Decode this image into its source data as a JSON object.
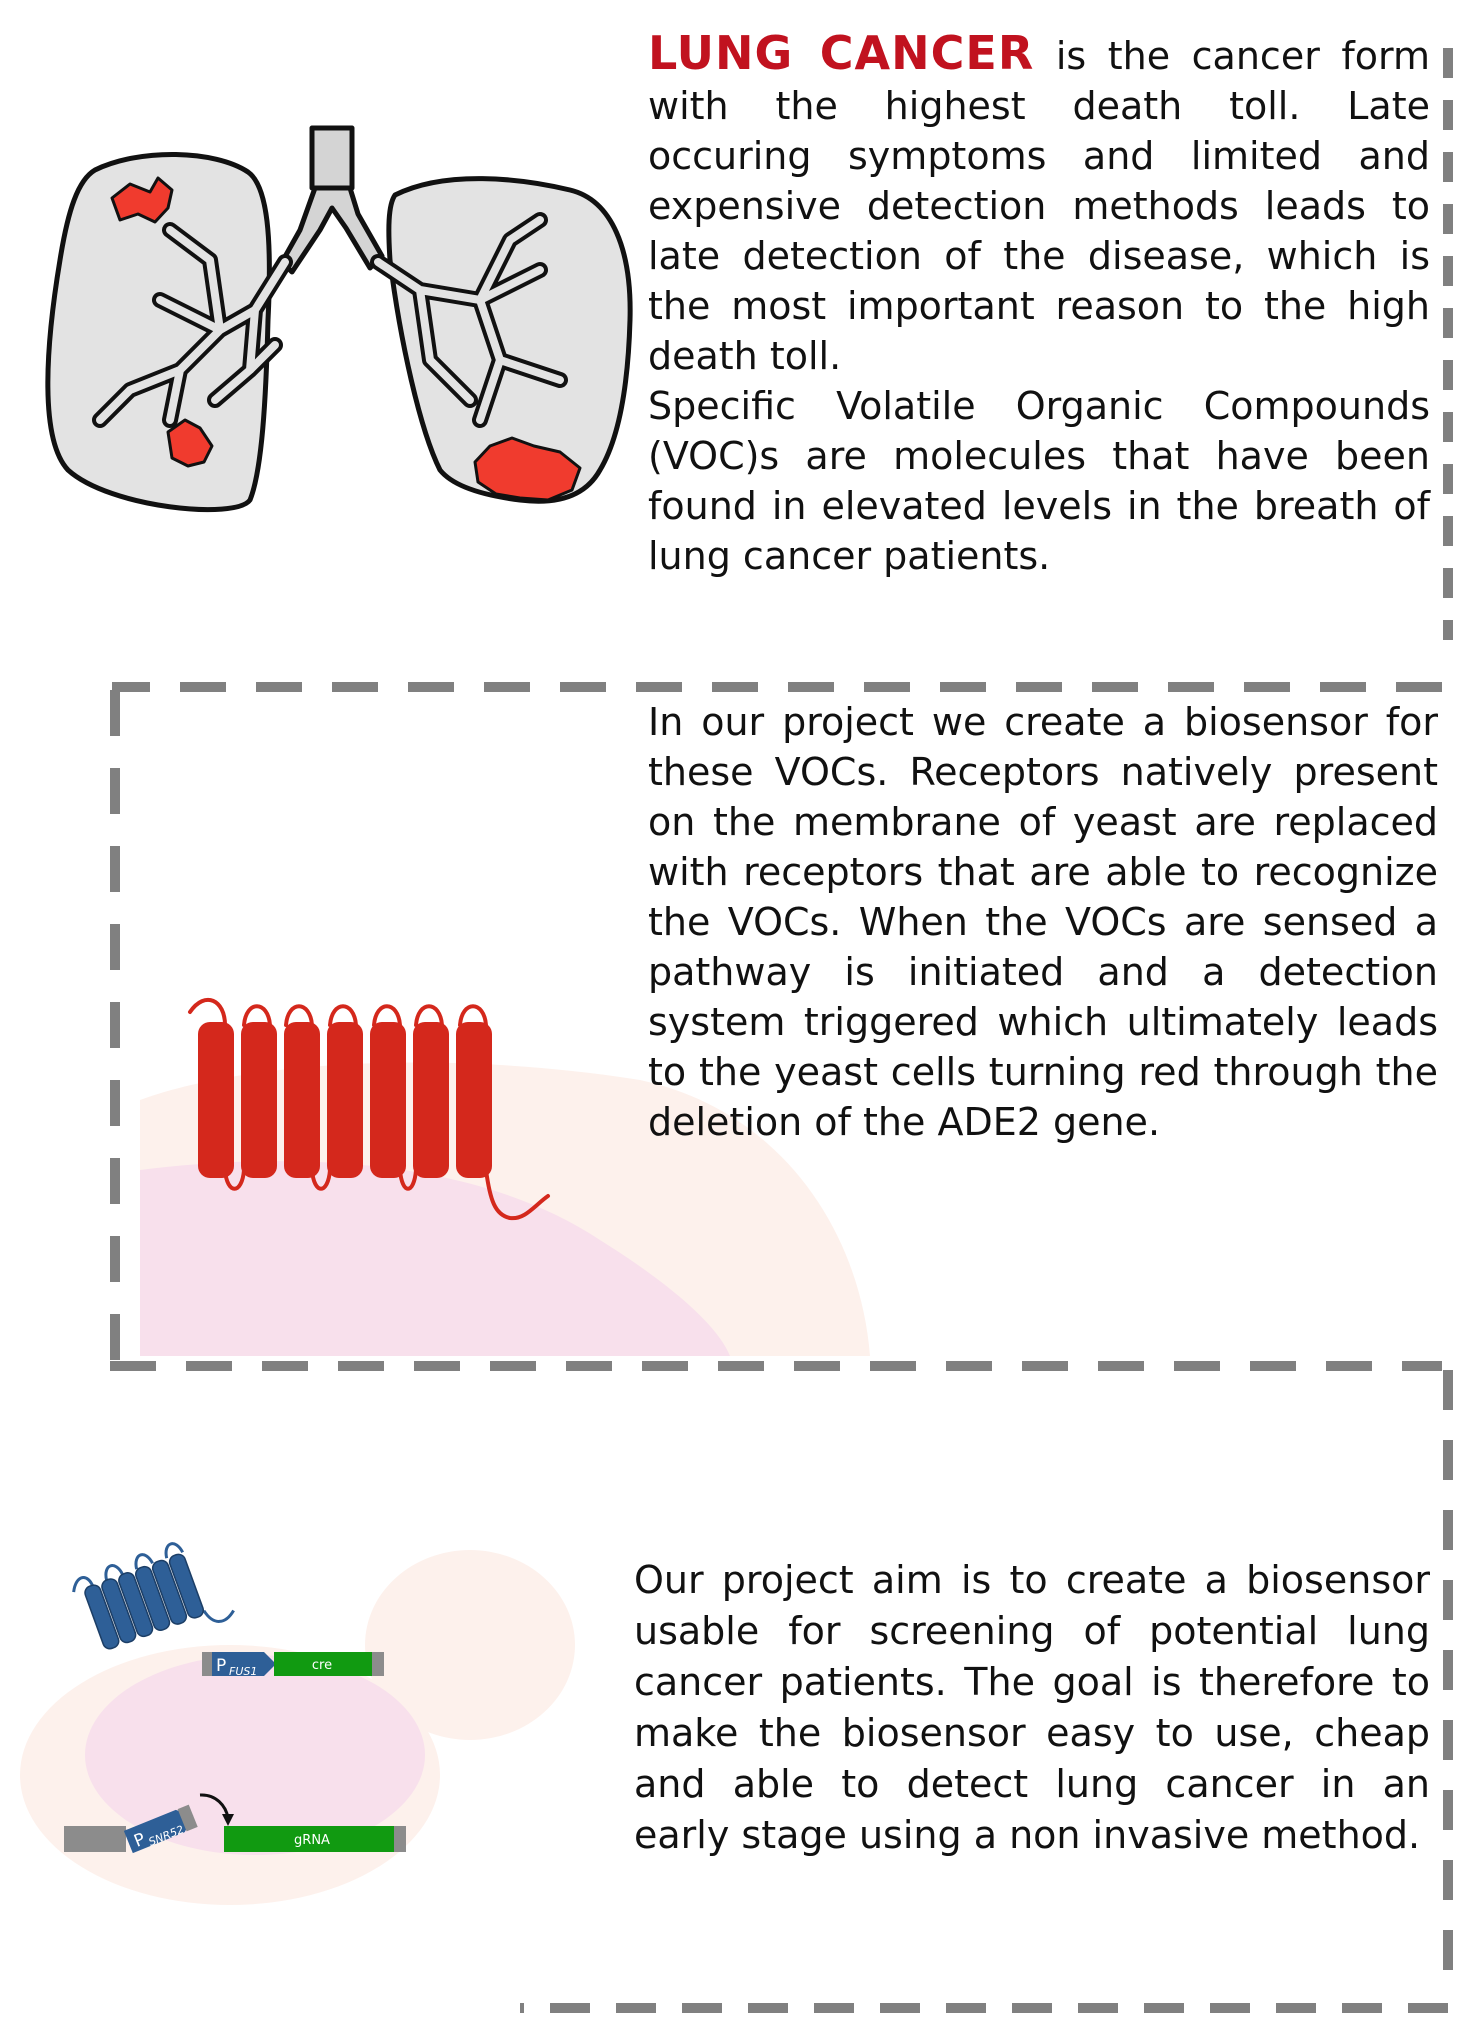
{
  "section_lung": {
    "heading": "LUNG CANCER",
    "intro_rest": " is the cancer form with the highest death toll. Late occuring symptoms and limited and expensive detection methods leads to late detection of the disease, which is the most important reason to the high death toll.",
    "voc_paragraph": "Specific Volatile Organic Compounds (VOC)s are molecules that have been found in elevated levels in the breath of lung cancer patients."
  },
  "section_biosensor": {
    "text": "In our project we create a biosensor for these VOCs. Receptors natively present on the membrane of yeast are replaced with receptors that are able to recognize the VOCs. When the VOCs are sensed a pathway is initiated and a detection system triggered which ultimately leads to the yeast cells turning red through the deletion of the ADE2 gene."
  },
  "section_aim": {
    "text": "Our project aim is to create a biosensor usable for screening of potential lung cancer patients. The goal is therefore to make the biosensor easy to use, cheap and able to detect lung cancer in an early stage using a non invasive method."
  },
  "genetic_diagram": {
    "promoter1_main": "P",
    "promoter1_sub": "FUS1",
    "gene1": "cre",
    "promoter2_main": "P",
    "promoter2_sub": "SNR52",
    "gene2": "gRNA"
  },
  "colors": {
    "highlight_red": "#c1121f",
    "receptor_red": "#d4281c",
    "receptor_blue": "#2e5f97",
    "tumor": "#f03b2e",
    "gene_green": "#119a11",
    "dash_gray": "#808080",
    "cell_pink": "#f8e0ec",
    "cell_peach": "#fdf1ec"
  },
  "icons": [
    "lungs-illustration",
    "red-receptor-icon",
    "blue-receptor-icon"
  ]
}
